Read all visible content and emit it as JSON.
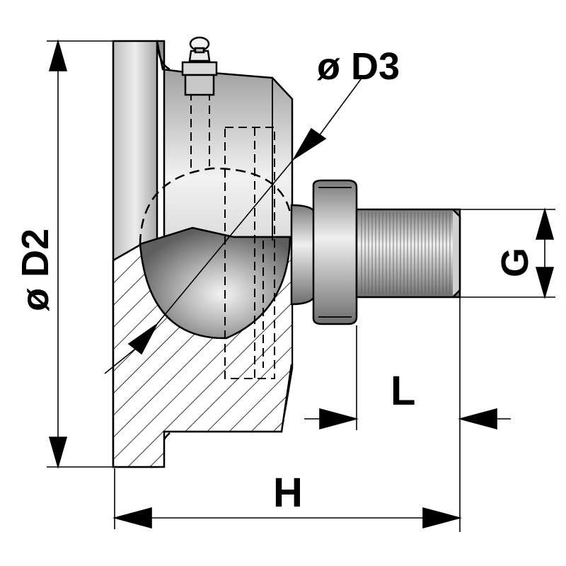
{
  "labels": {
    "d2": "ø D2",
    "d3": "ø D3",
    "g": "G",
    "l": "L",
    "h": "H"
  },
  "colors": {
    "outline": "#000000",
    "housing_light": "#e6e6e6",
    "housing_mid": "#b9b9b9",
    "housing_dark": "#8a8a8a",
    "hatch": "#000000",
    "background": "#ffffff"
  }
}
